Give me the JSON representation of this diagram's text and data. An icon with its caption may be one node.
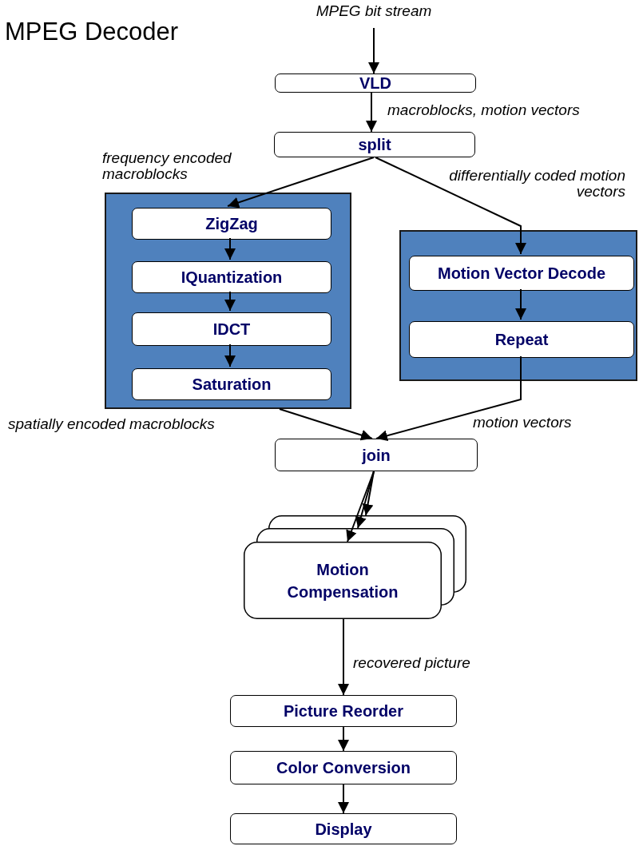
{
  "diagram": {
    "title": "MPEG Decoder",
    "nodes": [
      {
        "text": [
          "VLD"
        ]
      },
      {
        "text": [
          "split"
        ]
      },
      {
        "text": [],
        "shape": "box"
      },
      {
        "text": [
          "ZigZag"
        ],
        "in": 2
      },
      {
        "text": [
          "IQuantization"
        ],
        "in": 2
      },
      {
        "text": [
          "IDCT"
        ],
        "in": 2
      },
      {
        "text": [
          "Saturation"
        ],
        "in": 2
      },
      {
        "text": [],
        "shape": "box"
      },
      {
        "text": [
          "Motion Vector Decode"
        ],
        "in": 7
      },
      {
        "text": [
          "Repeat"
        ],
        "in": 7
      },
      {
        "text": [
          "join"
        ]
      },
      {
        "text": [
          "Motion Compensation"
        ]
      },
      {
        "text": [
          "Picture Reorder"
        ]
      },
      {
        "text": [
          "Color Conversion"
        ]
      },
      {
        "text": [
          "Display"
        ]
      }
    ],
    "edges": [
      {
        "from": null,
        "to": 0,
        "arrow": "to",
        "label": "MPEG bit stream"
      },
      {
        "from": 0,
        "to": 1,
        "arrow": "to",
        "label": "macroblocks, motion vectors"
      },
      {
        "from": 1,
        "to": 3,
        "arrow": "to",
        "label": "frequency encoded macroblocks"
      },
      {
        "from": 1,
        "to": 8,
        "arrow": "to",
        "label": "differentially coded motion vectors"
      },
      {
        "from": 3,
        "to": 4,
        "arrow": "to"
      },
      {
        "from": 4,
        "to": 5,
        "arrow": "to"
      },
      {
        "from": 5,
        "to": 6,
        "arrow": "to"
      },
      {
        "from": 8,
        "to": 9,
        "arrow": "to"
      },
      {
        "from": 2,
        "to": 10,
        "arrow": "to",
        "label": "spatially encoded macroblocks"
      },
      {
        "from": 9,
        "to": 10,
        "arrow": "to",
        "label": "motion vectors"
      },
      {
        "from": 10,
        "to": 11,
        "arrow": "to"
      },
      {
        "from": 10,
        "to": 11,
        "arrow": "to"
      },
      {
        "from": 10,
        "to": 11,
        "arrow": "to"
      },
      {
        "from": 11,
        "to": 12,
        "arrow": "to",
        "label": "recovered picture"
      },
      {
        "from": 12,
        "to": 13,
        "arrow": "to"
      },
      {
        "from": 13,
        "to": 14,
        "arrow": "to"
      }
    ]
  }
}
